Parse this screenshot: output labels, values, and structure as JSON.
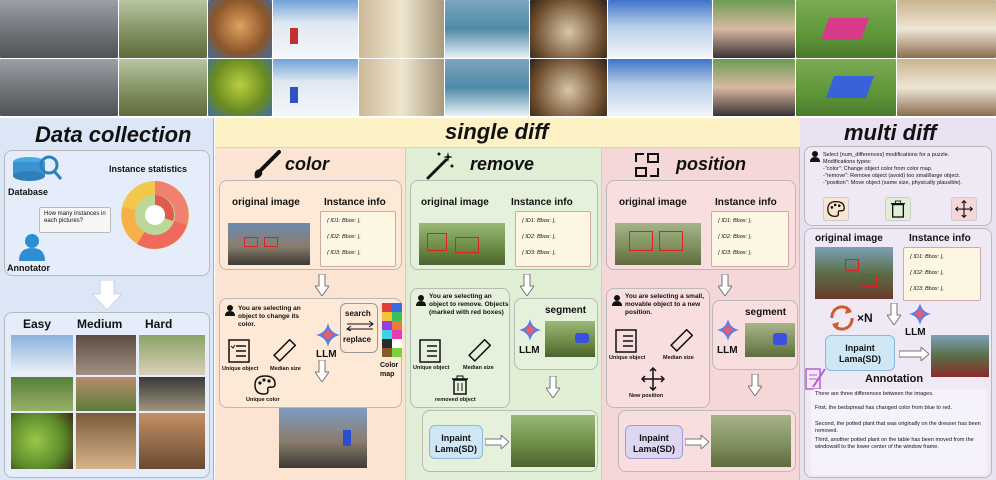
{
  "sections": {
    "data_collection": "Data collection",
    "single_diff": "single  diff",
    "multi_diff": "multi  diff"
  },
  "data_collection": {
    "database": "Database",
    "instance_statistics": "Instance statistics",
    "question": "How many instances in each pictures?",
    "annotator": "Annotator",
    "levels": [
      "Easy",
      "Medium",
      "Hard"
    ]
  },
  "color": {
    "title": "color",
    "original_image": "original image",
    "instance_info": "Instance info",
    "bbox_lines": [
      "{ ID1:     Bbox: },",
      "{ ID2:     Bbox: },",
      "{ ID3:     Bbox: },"
    ],
    "prompt": "You are selecting an object to change its color.",
    "unique_object": "Unique object",
    "median_size": "Median size",
    "unique_color": "Unique color",
    "llm": "LLM",
    "search": "search",
    "replace": "replace",
    "color_map": "Color map"
  },
  "remove": {
    "title": "remove",
    "original_image": "original image",
    "instance_info": "Instance info",
    "bbox_lines": [
      "{ ID1:     Bbox: },",
      "{ ID2:     Bbox: },",
      "{ ID3:     Bbox: },"
    ],
    "prompt": "You are selecting an object to remove. Objects (marked with red boxes)",
    "unique_object": "Unique object",
    "median_size": "Median size",
    "removed_object": "removed object",
    "llm": "LLM",
    "segment": "segment",
    "inpaint": "Inpaint Lama(SD)"
  },
  "position": {
    "title": "position",
    "original_image": "original image",
    "instance_info": "Instance info",
    "bbox_lines": [
      "{ ID1:     Bbox: },",
      "{ ID2:     Bbox: },",
      "{ ID3:     Bbox: },"
    ],
    "prompt": "You are selecting a small, movable object to a new position.",
    "unique_object": "Unique object",
    "median_size": "Median size",
    "new_position": "New position",
    "llm": "LLM",
    "segment": "segment",
    "inpaint": "Inpaint Lama(SD)"
  },
  "multi": {
    "instructions": [
      "Select {num_differences} modifications for a puzzle.",
      "Modifications types:",
      "-\"color\": Change object color from color map.",
      "-\"remove\": Remove object (avoid) too small/large object.",
      "-\"position\": Move object (same size, physically plausible)."
    ],
    "original_image": "original image",
    "instance_info": "Instance info",
    "bbox_lines": [
      "{ ID1:     Bbox: },",
      "{ ID2:     Bbox: },",
      "{ ID3:     Bbox: },"
    ],
    "times_n": "×N",
    "llm": "LLM",
    "inpaint": "Inpaint Lama(SD)",
    "annotation_title": "Annotation",
    "annotation_lines": [
      "There are three differences between the images.",
      "First, the bedspread has changed color from blue to red.",
      "Second, the potted plant that was originally on the dresser has been removed.",
      "Third, another potted plant on the table has been moved from the windowsill to the lower center of the window frame."
    ]
  },
  "colors": {
    "data_panel": "#dbe6f7",
    "banner": "#fdf2c6",
    "color_panel": "#fbe5d2",
    "remove_panel": "#e1eed6",
    "position_panel": "#f6d7d7",
    "multi_panel": "#e9e0f2",
    "inpaint_blue": "#cfe6f4",
    "inpaint_purple": "#ddd6f0"
  }
}
